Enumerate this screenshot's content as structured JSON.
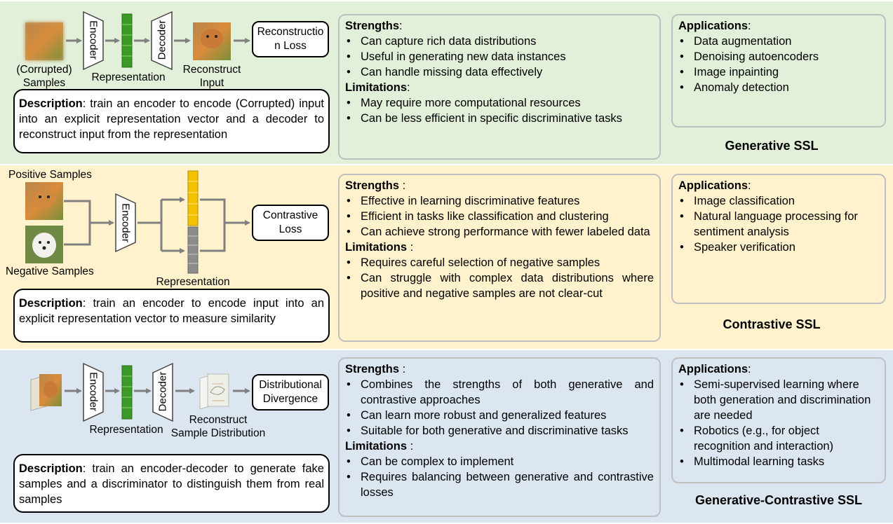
{
  "colors": {
    "generative_bg": "#e2efd9",
    "contrastive_bg": "#fff2cc",
    "gen_contrastive_bg": "#dce6f1",
    "vector_green": "#3a9a25",
    "vector_yellow": "#f2c200",
    "vector_gray": "#8c8c8c",
    "arrow_gray": "#808080"
  },
  "generative": {
    "diagram": {
      "samples_label": "(Corrupted)\nSamples",
      "encoder": "Encoder",
      "decoder": "Decoder",
      "representation": "Representation",
      "reconstruct": "Reconstruct\nInput",
      "loss": "Reconstructio\nn Loss"
    },
    "description_label": "Description",
    "description": ": train an encoder to encode (Corrupted) input into an explicit representation vector and a decoder to reconstruct input from the representation",
    "strengths_label": "Strengths",
    "strengths": [
      "Can capture rich data distributions",
      "Useful in generating new data instances",
      "Can handle missing data effectively"
    ],
    "limitations_label": "Limitations",
    "limitations": [
      "May require more computational resources",
      "Can be less efficient in specific discriminative tasks"
    ],
    "applications_label": "Applications",
    "applications": [
      "Data augmentation",
      "Denoising autoencoders",
      "Image inpainting",
      "Anomaly detection"
    ],
    "title": "Generative SSL"
  },
  "contrastive": {
    "diagram": {
      "positive": "Positive Samples",
      "negative": "Negative Samples",
      "encoder": "Encoder",
      "representation": "Representation",
      "loss": "Contrastive\nLoss"
    },
    "description_label": "Description",
    "description": ": train an encoder to encode input into an explicit representation vector to measure similarity",
    "strengths_label": "Strengths",
    "strengths": [
      "Effective in learning discriminative features",
      "Efficient in tasks like classification and clustering",
      "Can achieve strong performance with fewer labeled data"
    ],
    "limitations_label": "Limitations",
    "limitations": [
      "Requires careful selection of negative samples",
      "Can struggle with complex data distributions where positive and negative samples are not clear-cut"
    ],
    "applications_label": "Applications",
    "applications": [
      "Image classification",
      "Natural language processing for sentiment analysis",
      "Speaker verification"
    ],
    "title": "Contrastive SSL"
  },
  "gen_contrastive": {
    "diagram": {
      "encoder": "Encoder",
      "decoder": "Decoder",
      "representation": "Representation",
      "reconstruct": "Reconstruct\nSample Distribution",
      "loss": "Distributional\nDivergence"
    },
    "description_label": "Description",
    "description": ":  train an encoder-decoder to generate fake samples and a discriminator to distinguish them from real samples",
    "strengths_label": "Strengths",
    "strengths": [
      "Combines the strengths of both generative and contrastive approaches",
      "Can learn more robust and generalized features",
      "Suitable for both generative and discriminative tasks"
    ],
    "limitations_label": "Limitations",
    "limitations": [
      "Can be complex to implement",
      "Requires balancing between generative and contrastive losses"
    ],
    "applications_label": "Applications",
    "applications": [
      "Semi-supervised learning where both generation and discrimination are needed",
      "Robotics (e.g., for object recognition and interaction)",
      "Multimodal learning tasks"
    ],
    "title": "Generative-Contrastive SSL"
  }
}
